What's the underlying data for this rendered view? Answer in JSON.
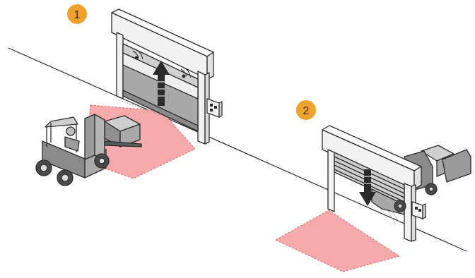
{
  "steps": [
    {
      "label": "1",
      "door_state": "opening",
      "door_color": "#a9a9a9"
    },
    {
      "label": "2",
      "door_state": "closing",
      "door_color": "#a9a9a9"
    }
  ],
  "colors": {
    "badge": "#efa32c",
    "zone_fill": "#f4aaaa",
    "zone_stroke": "#e06b6b",
    "outline": "#2b2b2b",
    "frame": "#f2f2f2",
    "forklift": "#8a8a8a"
  },
  "icons": [
    "arrow-up-icon",
    "arrow-down-icon",
    "forklift-icon",
    "control-box-icon",
    "sensor-icon"
  ]
}
